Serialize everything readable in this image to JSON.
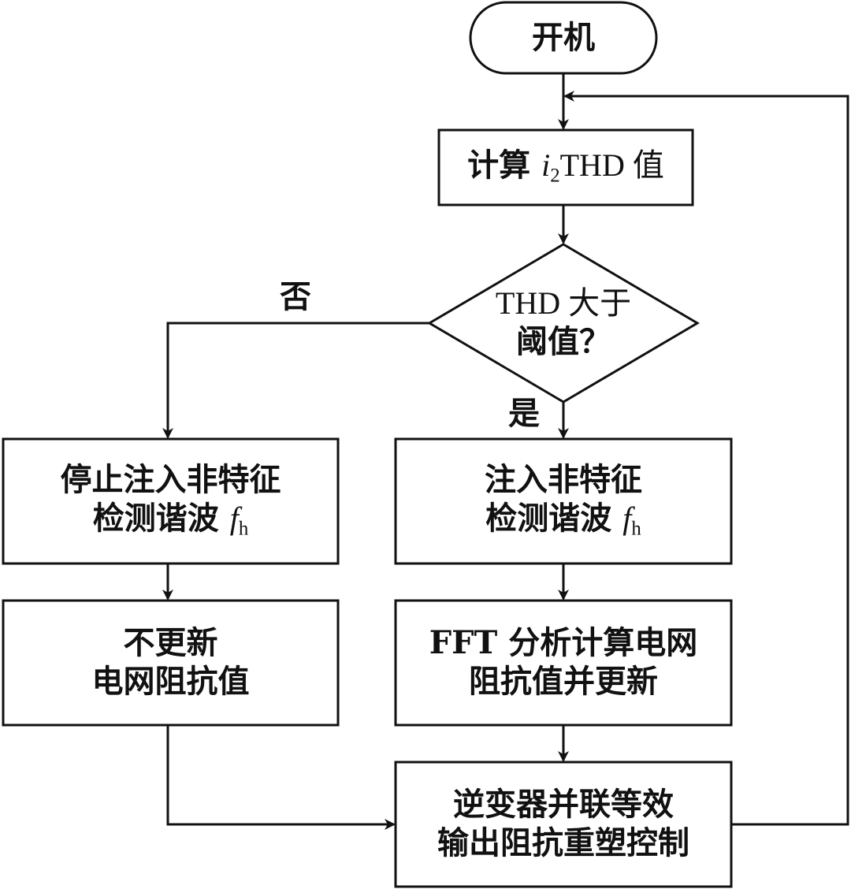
{
  "start": "开机",
  "calc_thd": {
    "prefix": "计算 ",
    "var": "i",
    "sub": "2",
    "suffix": "THD 值"
  },
  "decision": {
    "line1": "THD 大于",
    "line2": "阈值？"
  },
  "branch_no": "否",
  "branch_yes": "是",
  "stop_inject": {
    "line1": "停止注入非特征",
    "line2_prefix": "检测谐波 ",
    "var": "f",
    "sub": "h"
  },
  "inject": {
    "line1": "注入非特征",
    "line2_prefix": "检测谐波 ",
    "var": "f",
    "sub": "h"
  },
  "no_update": {
    "line1": "不更新",
    "line2": "电网阻抗值"
  },
  "fft_update": {
    "line1": "FFT 分析计算电网",
    "line2": "阻抗值并更新"
  },
  "reshape": {
    "line1": "逆变器并联等效",
    "line2": "输出阻抗重塑控制"
  }
}
